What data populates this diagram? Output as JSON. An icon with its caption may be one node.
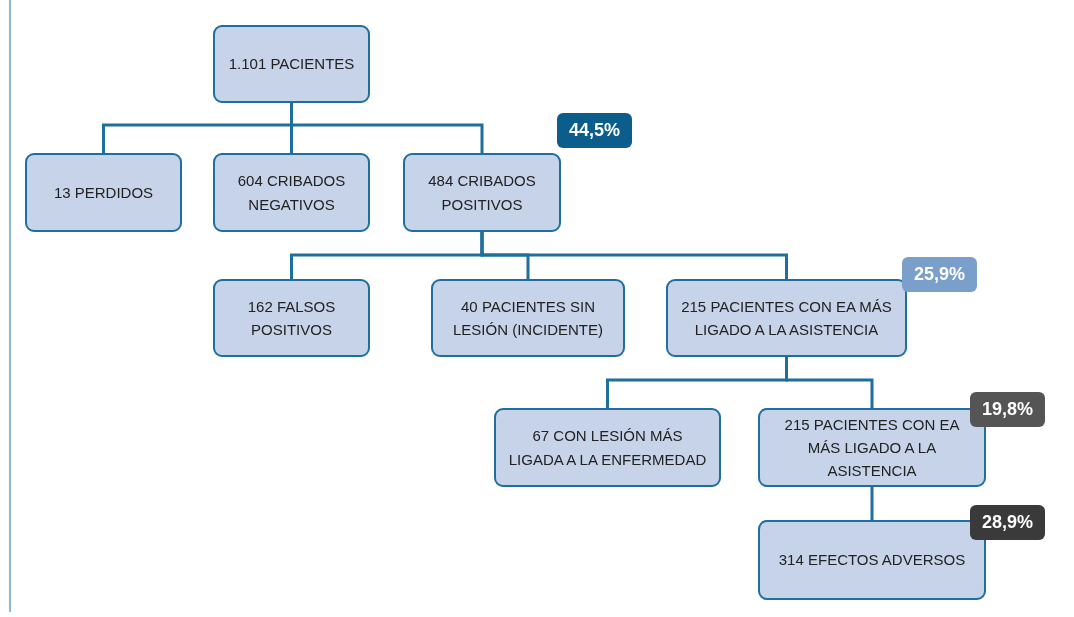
{
  "diagram": {
    "nodes": [
      {
        "text": [
          "1.101 PACIENTES"
        ]
      },
      {
        "text": [
          "13 PERDIDOS"
        ]
      },
      {
        "text": [
          "604 CRIBADOS NEGATIVOS"
        ]
      },
      {
        "text": [
          "484 CRIBADOS POSITIVOS"
        ],
        "beside": [
          "44,5%"
        ]
      },
      {
        "text": [
          "162 FALSOS POSITIVOS"
        ]
      },
      {
        "text": [
          "40 PACIENTES SIN LESIÓN (INCIDENTE)"
        ]
      },
      {
        "text": [
          "215 PACIENTES CON EA MÁS LIGADO A LA ASISTENCIA"
        ],
        "beside": [
          "25,9%"
        ]
      },
      {
        "text": [
          "67 CON LESIÓN MÁS LIGADA A LA ENFERMEDAD"
        ]
      },
      {
        "text": [
          "215 PACIENTES CON EA MÁS LIGADO A LA ASISTENCIA"
        ],
        "beside": [
          "19,8%"
        ]
      },
      {
        "text": [
          "314 EFECTOS ADVERSOS"
        ],
        "beside": [
          "28,9%"
        ]
      }
    ],
    "edges": [
      {
        "from": 0,
        "to": 1,
        "arrow": "none"
      },
      {
        "from": 0,
        "to": 2,
        "arrow": "none"
      },
      {
        "from": 0,
        "to": 3,
        "arrow": "none"
      },
      {
        "from": 3,
        "to": 4,
        "arrow": "none"
      },
      {
        "from": 3,
        "to": 5,
        "arrow": "none"
      },
      {
        "from": 3,
        "to": 6,
        "arrow": "none"
      },
      {
        "from": 6,
        "to": 7,
        "arrow": "none"
      },
      {
        "from": 6,
        "to": 8,
        "arrow": "none"
      },
      {
        "from": 8,
        "to": 9,
        "arrow": "none"
      }
    ]
  }
}
